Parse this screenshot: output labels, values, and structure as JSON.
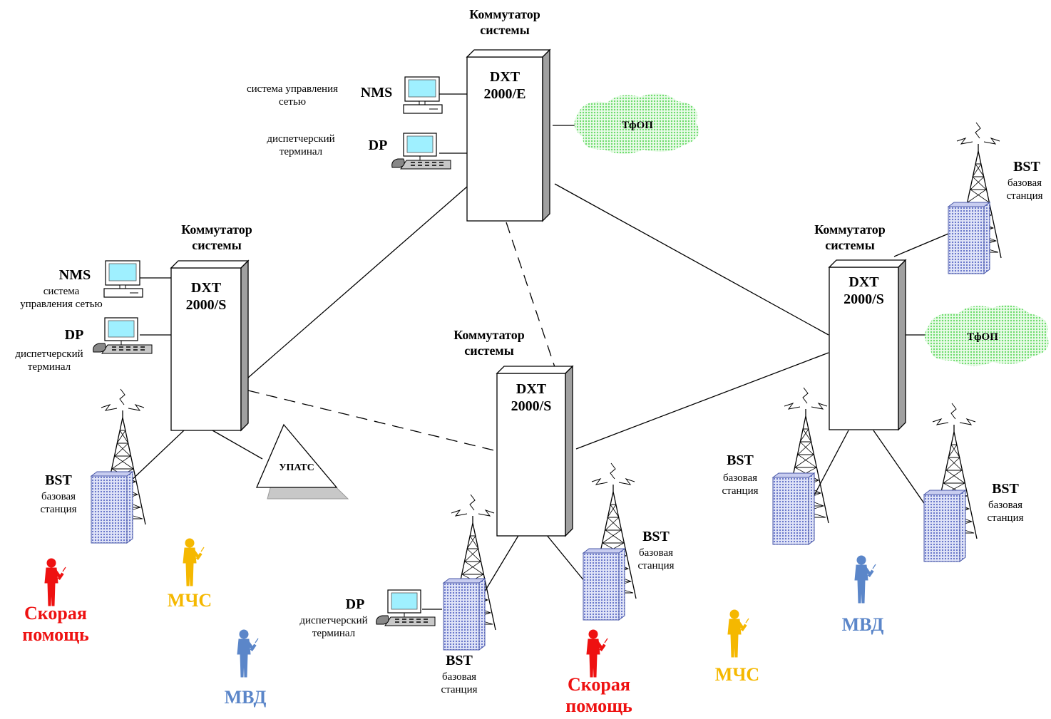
{
  "colors": {
    "red": "#ee1111",
    "yellow": "#f5b800",
    "blue": "#5b86c9",
    "cloud": "#7fe07f",
    "bst_fill": "#aab4e6",
    "screen": "#9ff0ff"
  },
  "switches": {
    "top": {
      "caption": "Коммутатор\nсистемы",
      "model": "DXT\n2000/E"
    },
    "left": {
      "caption": "Коммутатор\nсистемы",
      "model": "DXT\n2000/S"
    },
    "center": {
      "caption": "Коммутатор\nсистемы",
      "model": "DXT\n2000/S"
    },
    "right": {
      "caption": "Коммутатор\nсистемы",
      "model": "DXT\n2000/S"
    }
  },
  "terminals": {
    "top_nms": {
      "code": "NMS",
      "desc": "система управления\nсетью"
    },
    "top_dp": {
      "code": "DP",
      "desc": "диспетчерский\nтерминал"
    },
    "left_nms": {
      "code": "NMS",
      "desc": "система\nуправления сетью"
    },
    "left_dp": {
      "code": "DP",
      "desc": "диспетчерский\nтерминал"
    },
    "center_dp": {
      "code": "DP",
      "desc": "диспетчерский\nтерминал"
    }
  },
  "clouds": {
    "top": "ТфОП",
    "right": "ТфОП"
  },
  "pbx": "УПАТС",
  "bst": {
    "code": "BST",
    "desc": "базовая\nстанция"
  },
  "roles": {
    "ambulance": "Скорая\nпомощь",
    "emergency": "МЧС",
    "police": "МВД"
  }
}
